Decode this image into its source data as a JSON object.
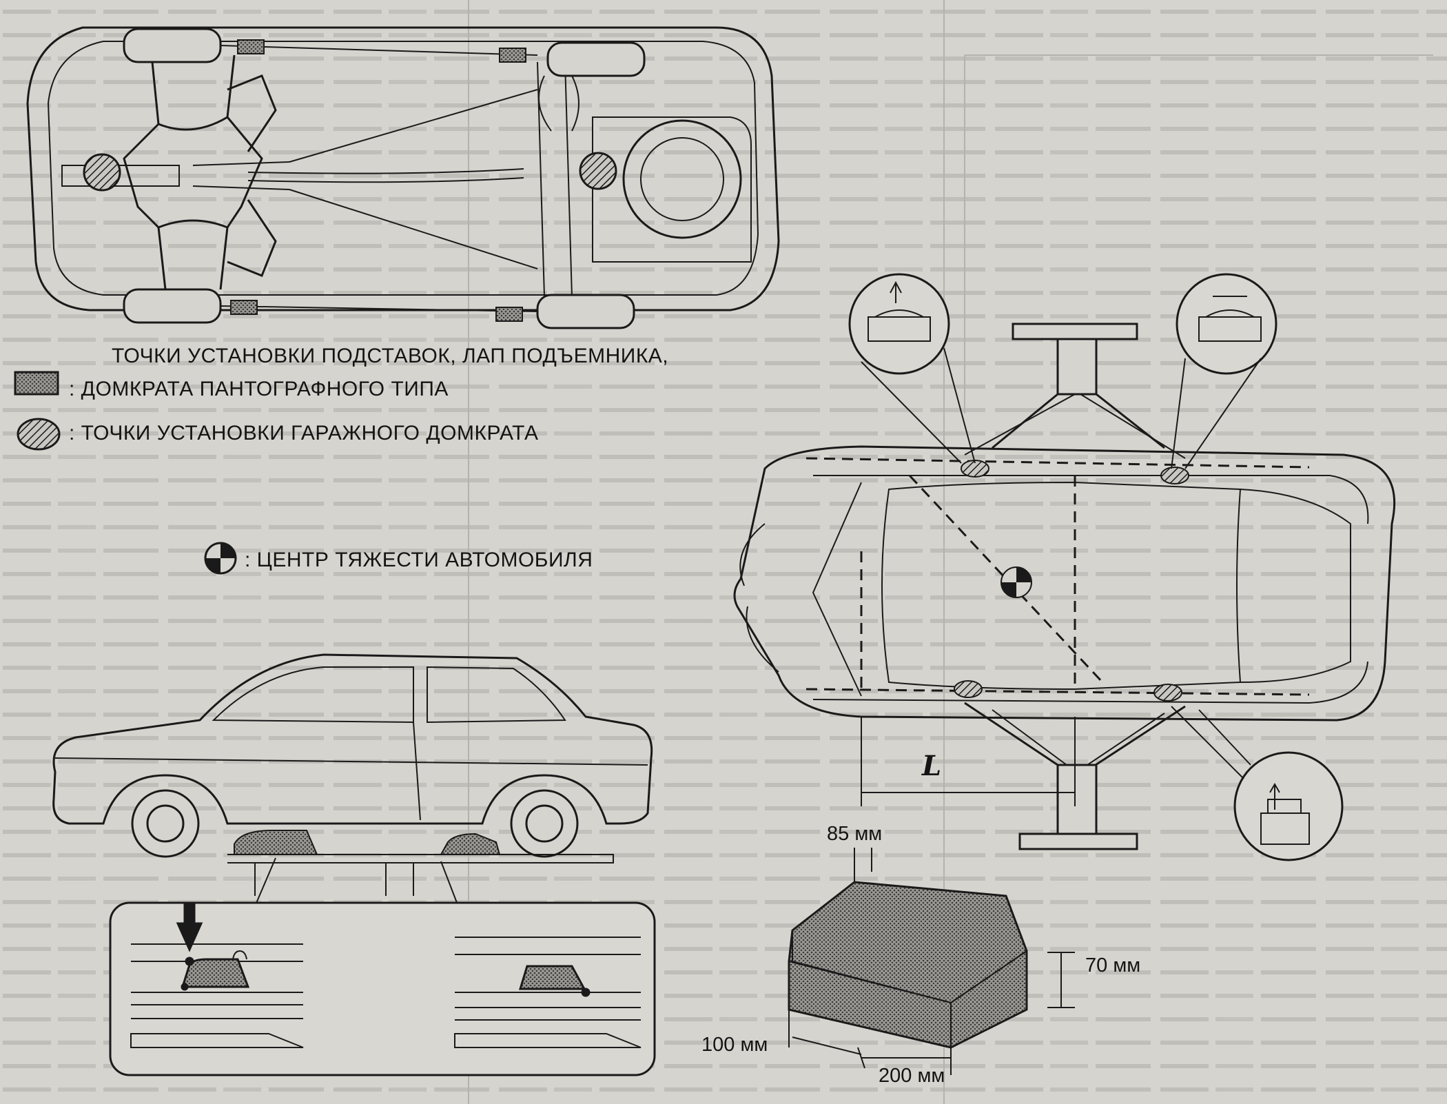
{
  "legend": {
    "heading": "ТОЧКИ УСТАНОВКИ ПОДСТАВОК, ЛАП ПОДЪЕМНИКА,",
    "pantograph": ": ДОМКРАТА ПАНТОГРАФНОГО ТИПА",
    "garage": ": ТОЧКИ УСТАНОВКИ ГАРАЖНОГО ДОМКРАТА",
    "cg": ": ЦЕНТР ТЯЖЕСТИ АВТОМОБИЛЯ"
  },
  "dimensions": {
    "top_width": "85 мм",
    "height": "70 мм",
    "depth": "100 мм",
    "length": "200 мм"
  },
  "lift_label": "L",
  "colors": {
    "ink": "#1a1a1a",
    "paper": "#d6d4ce",
    "hatch_fill": "#8a8884"
  }
}
